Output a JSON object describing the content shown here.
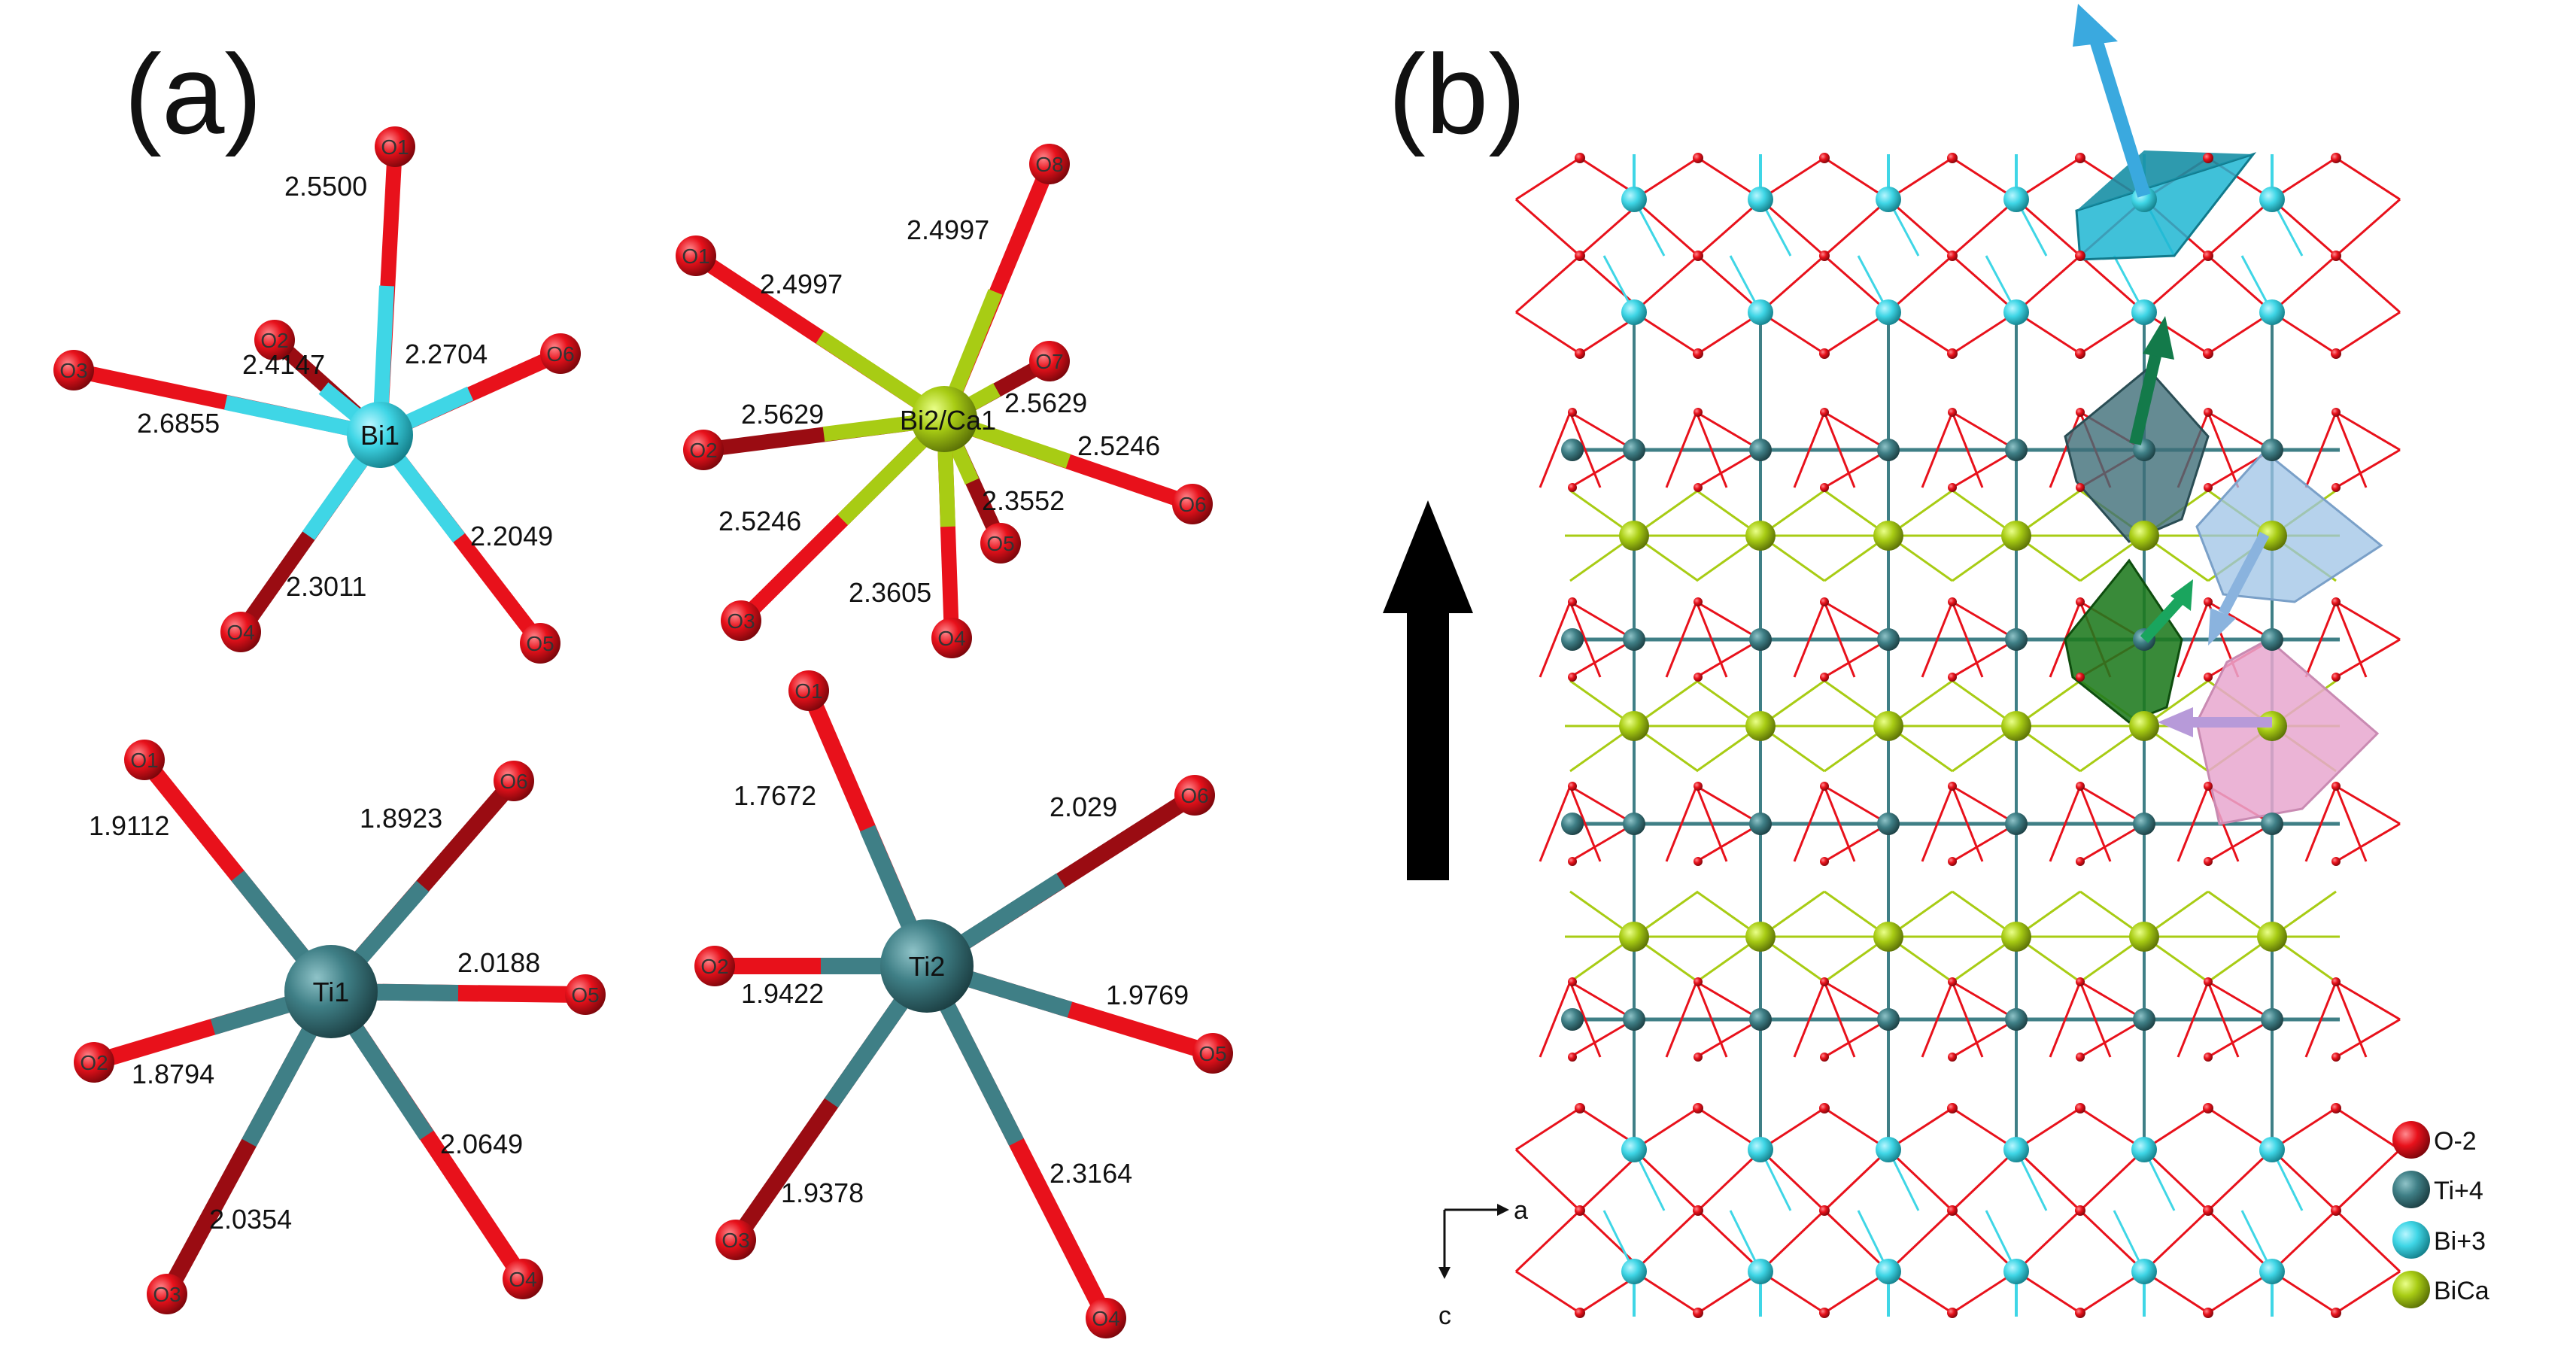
{
  "panels": {
    "a": "(a)",
    "b": "(b)"
  },
  "colors": {
    "oxygen": "#e8111b",
    "oxygen_dark": "#9a0c12",
    "titanium": "#3f7f86",
    "bismuth": "#3fd6e6",
    "bica": "#a8cc14",
    "arrow_black": "#000000",
    "arrow_cyan": "#3aa9df",
    "arrow_green": "#137a4a",
    "arrow_lightblue": "#8ab3de",
    "arrow_lavender": "#b79ad9"
  },
  "polyhedra": {
    "bi1": {
      "center": "Bi1",
      "bonds": [
        {
          "atom": "O1",
          "length": "2.5500"
        },
        {
          "atom": "O2",
          "length": "2.4147"
        },
        {
          "atom": "O6",
          "length": "2.2704"
        },
        {
          "atom": "O3",
          "length": "2.6855"
        },
        {
          "atom": "O5",
          "length": "2.2049"
        },
        {
          "atom": "O4",
          "length": "2.3011"
        }
      ]
    },
    "bi2": {
      "center": "Bi2/Ca1",
      "bonds": [
        {
          "atom": "O8",
          "length": "2.4997"
        },
        {
          "atom": "O1",
          "length": "2.4997"
        },
        {
          "atom": "O7",
          "length": "2.5629"
        },
        {
          "atom": "O2",
          "length": "2.5629"
        },
        {
          "atom": "O6",
          "length": "2.5246"
        },
        {
          "atom": "O5",
          "length": "2.3552"
        },
        {
          "atom": "O3",
          "length": "2.5246"
        },
        {
          "atom": "O4",
          "length": "2.3605"
        }
      ]
    },
    "ti1": {
      "center": "Ti1",
      "bonds": [
        {
          "atom": "O1",
          "length": "1.9112"
        },
        {
          "atom": "O6",
          "length": "1.8923"
        },
        {
          "atom": "O5",
          "length": "2.0188"
        },
        {
          "atom": "O2",
          "length": "1.8794"
        },
        {
          "atom": "O4",
          "length": "2.0649"
        },
        {
          "atom": "O3",
          "length": "2.0354"
        }
      ]
    },
    "ti2": {
      "center": "Ti2",
      "bonds": [
        {
          "atom": "O1",
          "length": "1.7672"
        },
        {
          "atom": "O6",
          "length": "2.029"
        },
        {
          "atom": "O2",
          "length": "1.9422"
        },
        {
          "atom": "O5",
          "length": "1.9769"
        },
        {
          "atom": "O3",
          "length": "1.9378"
        },
        {
          "atom": "O4",
          "length": "2.3164"
        }
      ]
    }
  },
  "legend": [
    {
      "label": "O-2",
      "color": "#e8111b"
    },
    {
      "label": "Ti+4",
      "color": "#3f7f86"
    },
    {
      "label": "Bi+3",
      "color": "#3fd6e6"
    },
    {
      "label": "BiCa",
      "color": "#a8cc14"
    }
  ],
  "axes": {
    "a": "a",
    "c": "c"
  }
}
